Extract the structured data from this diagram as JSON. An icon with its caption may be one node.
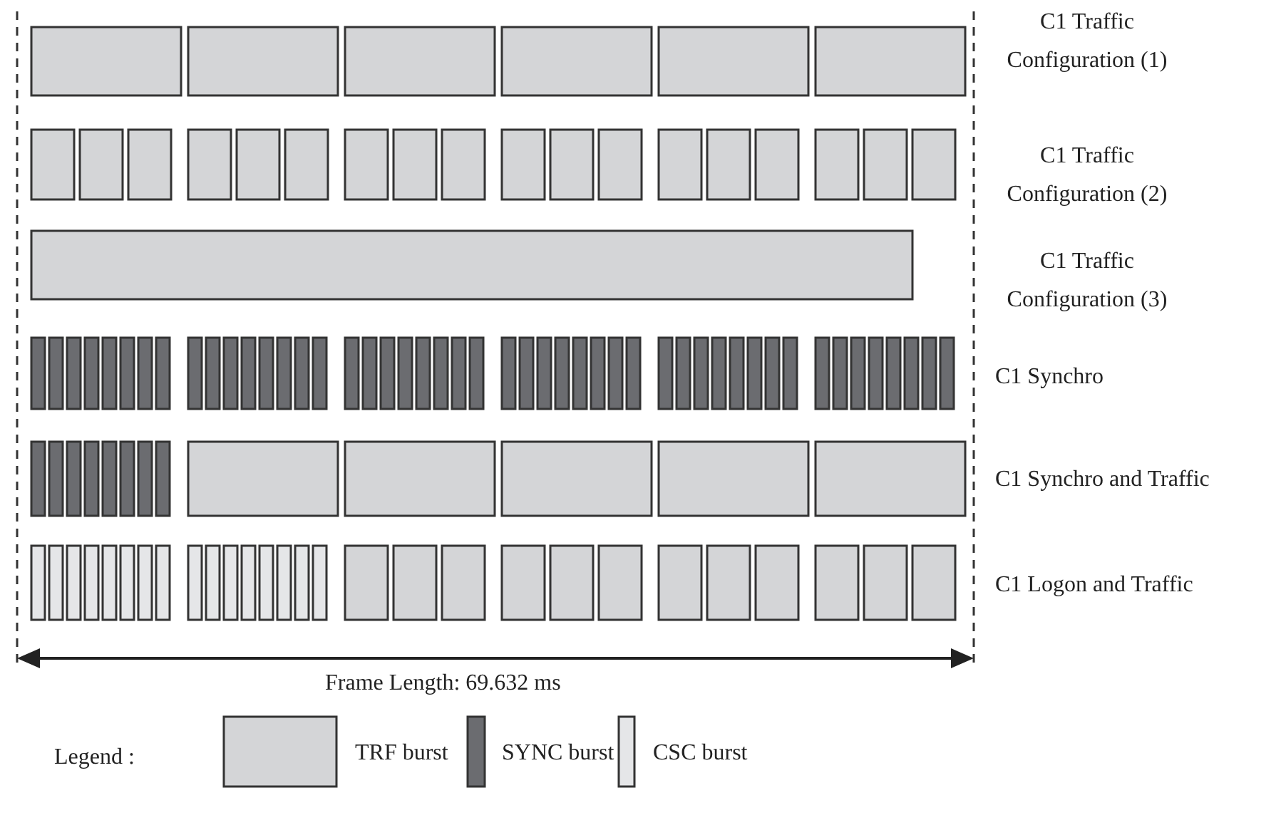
{
  "diagram": {
    "labels": [
      "C1 Traffic Configuration (1)",
      "C1 Traffic Configuration (2)",
      "C1 Traffic Configuration (3)",
      "C1 Synchro",
      "C1 Synchro and Traffic",
      "C1 Logon and Traffic",
      "Frame Length: 69.632 ms",
      "Legend :"
    ],
    "legend": [
      {
        "text": "TRF burst",
        "color": "#d4d5d7"
      },
      {
        "text": "SYNC burst",
        "color": "#6b6c70"
      },
      {
        "text": "CSC burst",
        "color": "#e5e6e8"
      }
    ]
  }
}
